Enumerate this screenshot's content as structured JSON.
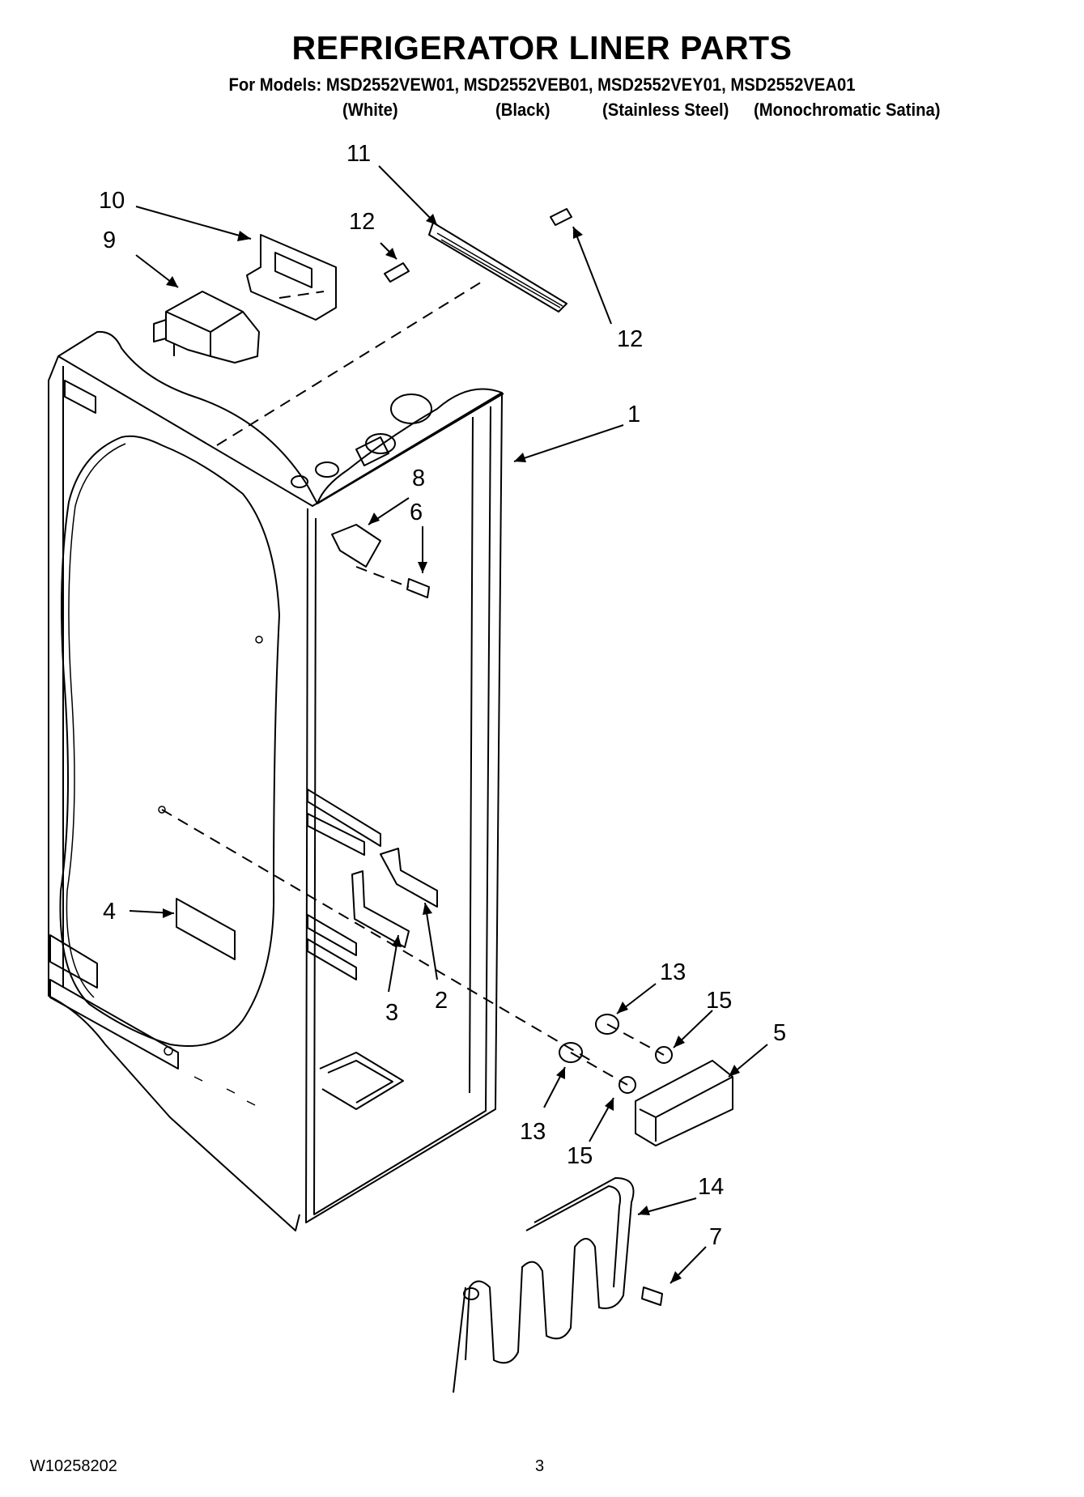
{
  "page": {
    "title": "REFRIGERATOR LINER PARTS",
    "models_line": "For Models: MSD2552VEW01, MSD2552VEB01, MSD2552VEY01, MSD2552VEA01",
    "variants": [
      "(White)",
      "(Black)",
      "(Stainless Steel)",
      "(Monochromatic Satina)"
    ],
    "document_code": "W10258202",
    "page_number": "3"
  },
  "callouts": {
    "liner": "1",
    "bracket_2": "2",
    "bracket_3": "3",
    "part_4": "4",
    "housing_5": "5",
    "screw_6": "6",
    "screw_7": "7",
    "bracket_8": "8",
    "part_9": "9",
    "cover_10": "10",
    "strip_11": "11",
    "screw_12a": "12",
    "screw_12b": "12",
    "part_13a": "13",
    "part_13b": "13",
    "heater_14": "14",
    "pin_15a": "15",
    "pin_15b": "15"
  }
}
